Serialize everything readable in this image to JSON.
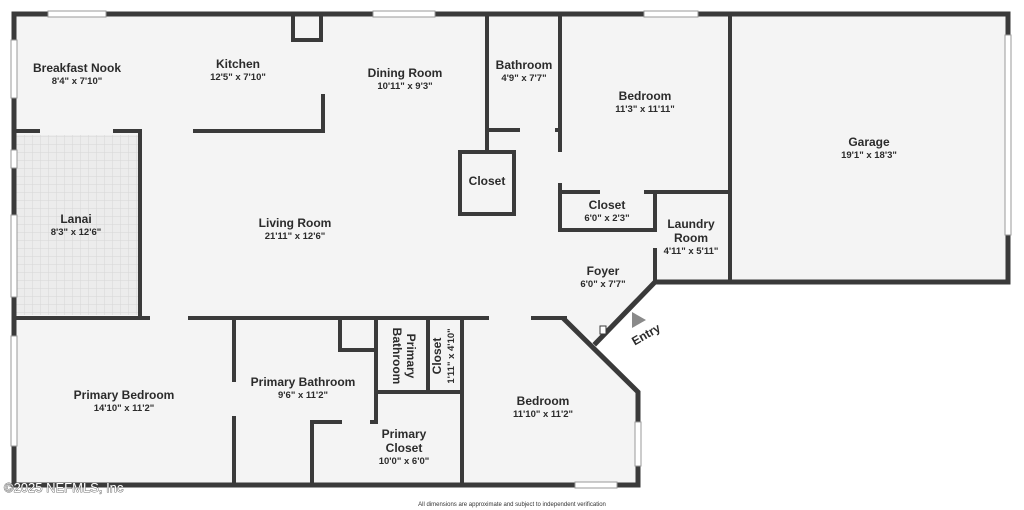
{
  "rooms": {
    "breakfast_nook": {
      "name": "Breakfast Nook",
      "dim": "8'4\" x 7'10\""
    },
    "kitchen": {
      "name": "Kitchen",
      "dim": "12'5\" x 7'10\""
    },
    "dining_room": {
      "name": "Dining Room",
      "dim": "10'11\" x 9'3\""
    },
    "bathroom": {
      "name": "Bathroom",
      "dim": "4'9\" x 7'7\""
    },
    "bedroom_2": {
      "name": "Bedroom",
      "dim": "11'3\" x 11'11\""
    },
    "garage": {
      "name": "Garage",
      "dim": "19'1\" x 18'3\""
    },
    "lanai": {
      "name": "Lanai",
      "dim": "8'3\" x 12'6\""
    },
    "closet_hall": {
      "name": "Closet"
    },
    "living_room": {
      "name": "Living Room",
      "dim": "21'11\" x 12'6\""
    },
    "closet_bed2": {
      "name": "Closet",
      "dim": "6'0\" x 2'3\""
    },
    "laundry": {
      "name_line1": "Laundry",
      "name_line2": "Room",
      "dim": "4'11\" x 5'11\""
    },
    "foyer": {
      "name": "Foyer",
      "dim": "6'0\" x 7'7\""
    },
    "primary_bedroom": {
      "name": "Primary Bedroom",
      "dim": "14'10\" x 11'2\""
    },
    "primary_bathroom": {
      "name": "Primary Bathroom",
      "dim": "9'6\" x 11'2\""
    },
    "primary_bathroom_small": {
      "name_line1": "Primary",
      "name_line2": "Bathroom"
    },
    "closet_small": {
      "name": "Closet",
      "dim": "1'11\" x 4'10\""
    },
    "primary_closet": {
      "name_line1": "Primary",
      "name_line2": "Closet",
      "dim": "10'0\" x 6'0\""
    },
    "bedroom_3": {
      "name": "Bedroom",
      "dim": "11'10\" x 11'2\""
    }
  },
  "entry_label": "Entry",
  "watermark": "©2025 NEFMLS, Inc",
  "disclaimer": "All dimensions are approximate and subject to independent verification",
  "colors": {
    "wall": "#3a3a3a",
    "floor": "#f4f4f4",
    "lanai_tile": "#e7e7e7",
    "entry_arrow": "#8a8a8a"
  }
}
